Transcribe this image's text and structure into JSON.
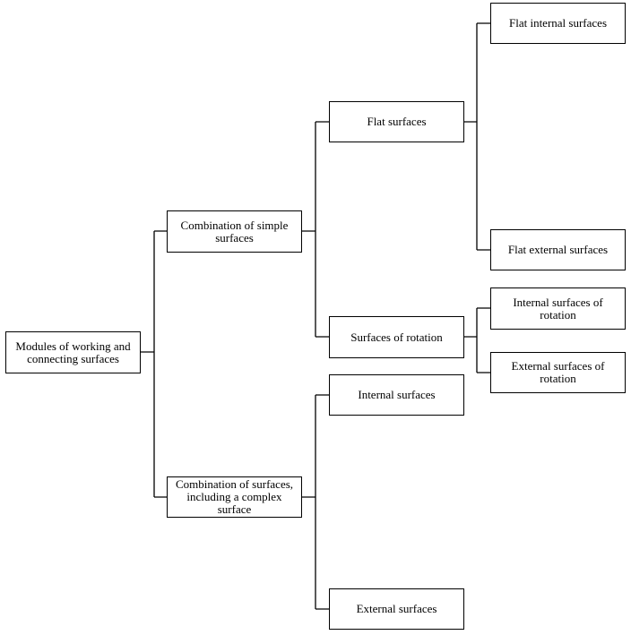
{
  "diagram": {
    "root": {
      "label": "Modules of working and connecting surfaces"
    },
    "simple": {
      "label": "Combination of simple surfaces"
    },
    "complex": {
      "label": "Combination of surfaces, including a complex surface"
    },
    "flat": {
      "label": "Flat surfaces"
    },
    "rotation": {
      "label": "Surfaces of rotation"
    },
    "internal": {
      "label": "Internal surfaces"
    },
    "external": {
      "label": "External surfaces"
    },
    "flat_internal": {
      "label": "Flat internal surfaces"
    },
    "flat_external": {
      "label": "Flat external surfaces"
    },
    "rotation_internal": {
      "label": "Internal surfaces of rotation"
    },
    "rotation_external": {
      "label": "External surfaces of rotation"
    }
  }
}
